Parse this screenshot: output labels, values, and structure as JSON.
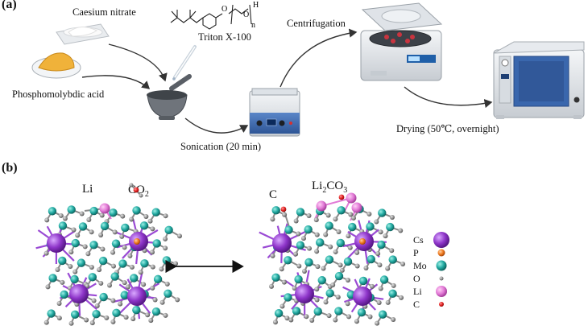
{
  "panel_a": {
    "panel_label": "(a)",
    "labels": {
      "caesium_nitrate": "Caesium nitrate",
      "phosphomolybdic_acid": "Phosphomolybdic acid",
      "triton": "Triton X-100",
      "centrifugation": "Centrifugation",
      "sonication": "Sonication (20 min)",
      "drying": "Drying (50℃, overnight)"
    },
    "triton_structure_text": {
      "o1": "O",
      "o2": "O",
      "h": "H",
      "n": "n"
    }
  },
  "panel_b": {
    "panel_label": "(b)",
    "left_labels": {
      "li": "Li",
      "co2_main": "CO",
      "co2_sub": "2"
    },
    "right_labels": {
      "c": "C",
      "li2co3_a": "Li",
      "li2co3_b": "2",
      "li2co3_c": "CO",
      "li2co3_d": "3"
    },
    "legend": [
      {
        "label": "Cs",
        "color": "#8e35c9"
      },
      {
        "label": "P",
        "color": "#f07a1f"
      },
      {
        "label": "Mo",
        "color": "#20a8a0"
      },
      {
        "label": "O",
        "color": "#8f8f8f"
      },
      {
        "label": "Li",
        "color": "#e27ad6"
      },
      {
        "label": "C",
        "color": "#e32020"
      }
    ]
  },
  "colors": {
    "cs": "#8e35c9",
    "p": "#f07a1f",
    "mo": "#20a8a0",
    "o": "#8f8f8f",
    "li": "#e27ad6",
    "c": "#e32020",
    "bond": "#8a8a8a",
    "cs_bond": "#9a4ad4"
  }
}
